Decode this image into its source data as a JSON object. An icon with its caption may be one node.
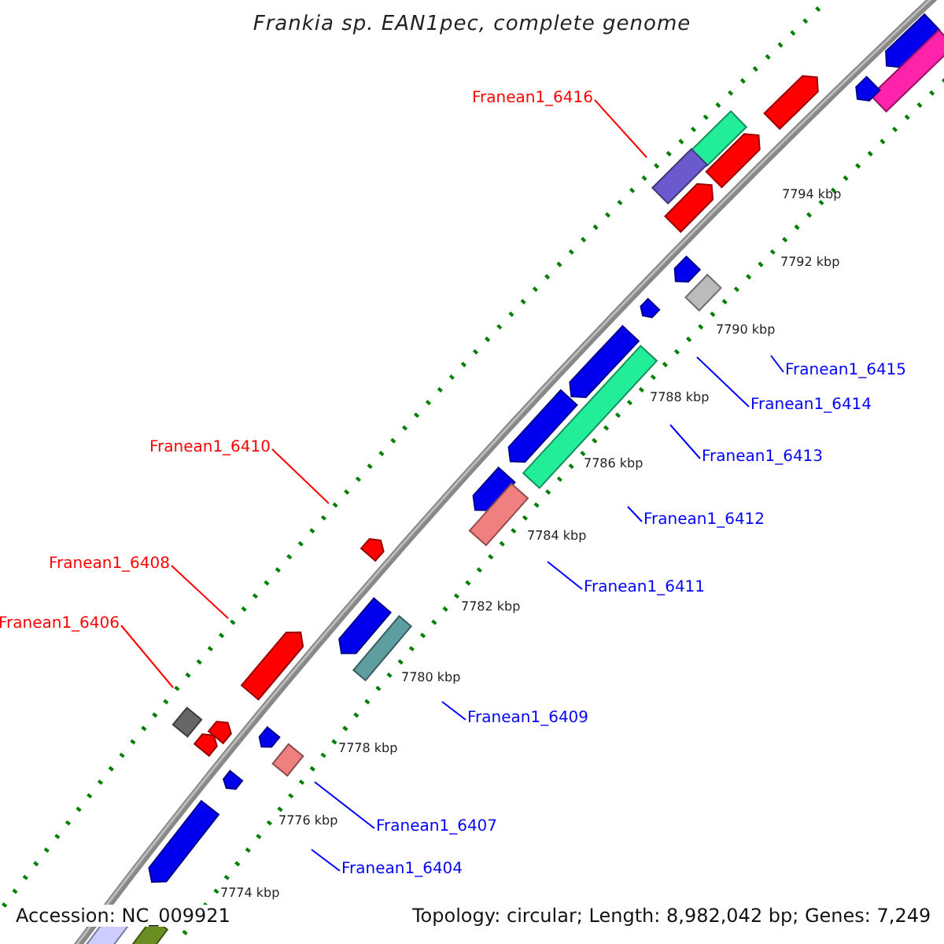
{
  "diagram": {
    "title": "Frankia sp. EAN1pec, complete genome",
    "nodes": [
      {
        "text": [
          "Franean1_6416"
        ]
      },
      {
        "text": [
          "Franean1_6415"
        ]
      },
      {
        "text": [
          "Franean1_6414"
        ]
      },
      {
        "text": [
          "Franean1_6413"
        ]
      },
      {
        "text": [
          "Franean1_6410"
        ]
      },
      {
        "text": [
          "Franean1_6412"
        ]
      },
      {
        "text": [
          "Franean1_6408"
        ]
      },
      {
        "text": [
          "Franean1_6411"
        ]
      },
      {
        "text": [
          "Franean1_6406"
        ]
      },
      {
        "text": [
          "Franean1_6409"
        ]
      },
      {
        "text": [
          "Franean1_6407"
        ]
      },
      {
        "text": [
          "Franean1_6404"
        ]
      }
    ],
    "edges": [
      {
        "from": 0,
        "to": null,
        "arrow": "none",
        "color": "#ff0000"
      },
      {
        "from": 1,
        "to": null,
        "arrow": "none"
      },
      {
        "from": 2,
        "to": null,
        "arrow": "none"
      },
      {
        "from": 3,
        "to": null,
        "arrow": "none"
      },
      {
        "from": 4,
        "to": null,
        "arrow": "none",
        "color": "#ff0000"
      },
      {
        "from": 5,
        "to": null,
        "arrow": "none"
      },
      {
        "from": 6,
        "to": null,
        "arrow": "none",
        "color": "#ff0000"
      },
      {
        "from": 7,
        "to": null,
        "arrow": "none"
      },
      {
        "from": 8,
        "to": null,
        "arrow": "none",
        "color": "#ff0000"
      },
      {
        "from": 9,
        "to": null,
        "arrow": "none"
      },
      {
        "from": 10,
        "to": null,
        "arrow": "none"
      },
      {
        "from": 11,
        "to": null,
        "arrow": "none"
      }
    ],
    "labels": [
      "7794 kbp",
      "7792 kbp",
      "7790 kbp",
      "7788 kbp",
      "7786 kbp",
      "7784 kbp",
      "7782 kbp",
      "7780 kbp",
      "7778 kbp",
      "7776 kbp",
      "7774 kbp",
      "Accession: NC_009921",
      "Topology: circular; Length: 8,982,042 bp; Genes: 7,249"
    ]
  }
}
